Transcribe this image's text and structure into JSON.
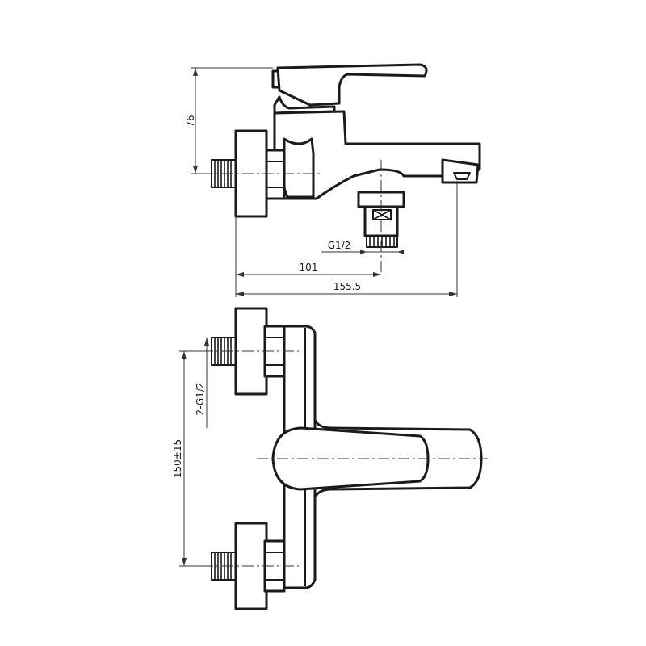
{
  "dimensions": {
    "spout_height": "76",
    "outlet_thread": "G1/2",
    "outlet_offset": "101",
    "overall_projection": "155.5",
    "inlet_threads": "2-G1/2",
    "inlet_spacing": "150±15"
  },
  "colors": {
    "line": "#1a1a1a",
    "background": "#ffffff"
  }
}
